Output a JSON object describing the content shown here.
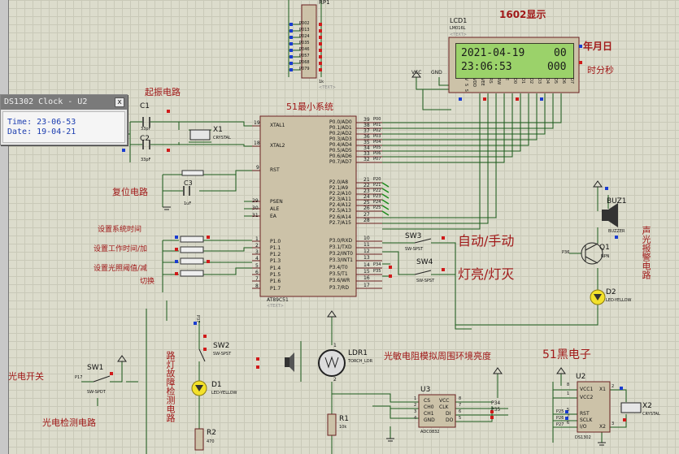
{
  "title_1602": "1602显示",
  "lcd": {
    "ref": "LCD1",
    "part": "LM016L",
    "line1_date": "2021-04-19",
    "line1_code": "00",
    "line2_time": "23:06:53",
    "line2_code": "000",
    "label_date": "年月日",
    "label_time": "时分秒",
    "pins": [
      "VSS",
      "VDD",
      "VEE",
      "RS",
      "RW",
      "E",
      "D0",
      "D1",
      "D2",
      "D3",
      "D4",
      "D5",
      "D6",
      "D7"
    ]
  },
  "popup": {
    "title": "DS1302 Clock - U2",
    "close": "x",
    "time_line": "Time: 23-06-53",
    "date_line": "Date: 19-04-21"
  },
  "rp1": {
    "ref": "RP1",
    "value": "1k",
    "pins": [
      "P002",
      "P013",
      "P024",
      "P035",
      "P046",
      "P057",
      "P068",
      "P079"
    ]
  },
  "vcc": "VCC",
  "gnd": "GND",
  "text_tag": "<TEXT>",
  "oscillator": {
    "label": "起振电路",
    "c1": "C1",
    "c2": "C2",
    "c1_val": "33pF",
    "c2_val": "33pF",
    "x1": "X1",
    "x1_val": "CRYSTAL"
  },
  "reset": {
    "label": "复位电路",
    "c3": "C3",
    "c3_val": "1uF"
  },
  "mcu": {
    "label": "51最小系统",
    "part": "AT89C51",
    "left_pins": [
      {
        "num": "19",
        "name": "XTAL1"
      },
      {
        "num": "18",
        "name": "XTAL2"
      },
      {
        "num": "9",
        "name": "RST"
      },
      {
        "num": "29",
        "name": "PSEN"
      },
      {
        "num": "30",
        "name": "ALE"
      },
      {
        "num": "31",
        "name": "EA"
      },
      {
        "num": "1",
        "name": "P1.0"
      },
      {
        "num": "2",
        "name": "P1.1"
      },
      {
        "num": "3",
        "name": "P1.2"
      },
      {
        "num": "4",
        "name": "P1.3"
      },
      {
        "num": "5",
        "name": "P1.4"
      },
      {
        "num": "6",
        "name": "P1.5"
      },
      {
        "num": "7",
        "name": "P1.6"
      },
      {
        "num": "8",
        "name": "P1.7"
      }
    ],
    "right_pins": [
      {
        "num": "39",
        "name": "P0.0/AD0",
        "net": "P00"
      },
      {
        "num": "38",
        "name": "P0.1/AD1",
        "net": "P01"
      },
      {
        "num": "37",
        "name": "P0.2/AD2",
        "net": "P02"
      },
      {
        "num": "36",
        "name": "P0.3/AD3",
        "net": "P03"
      },
      {
        "num": "35",
        "name": "P0.4/AD4",
        "net": "P04"
      },
      {
        "num": "34",
        "name": "P0.5/AD5",
        "net": "P05"
      },
      {
        "num": "33",
        "name": "P0.6/AD6",
        "net": "P06"
      },
      {
        "num": "32",
        "name": "P0.7/AD7",
        "net": "P07"
      },
      {
        "num": "21",
        "name": "P2.0/A8",
        "net": "P20"
      },
      {
        "num": "22",
        "name": "P2.1/A9",
        "net": "P21"
      },
      {
        "num": "23",
        "name": "P2.2/A10",
        "net": "P22"
      },
      {
        "num": "24",
        "name": "P2.3/A11",
        "net": "P23"
      },
      {
        "num": "25",
        "name": "P2.4/A12",
        "net": "P24"
      },
      {
        "num": "26",
        "name": "P2.5/A13",
        "net": "P25"
      },
      {
        "num": "27",
        "name": "P2.6/A14",
        "net": ""
      },
      {
        "num": "28",
        "name": "P2.7/A15",
        "net": ""
      },
      {
        "num": "10",
        "name": "P3.0/RXD",
        "net": ""
      },
      {
        "num": "11",
        "name": "P3.1/TXD",
        "net": ""
      },
      {
        "num": "12",
        "name": "P3.2/INT0",
        "net": ""
      },
      {
        "num": "13",
        "name": "P3.3/INT1",
        "net": ""
      },
      {
        "num": "14",
        "name": "P3.4/T0",
        "net": "P34"
      },
      {
        "num": "15",
        "name": "P3.5/T1",
        "net": "P35"
      },
      {
        "num": "16",
        "name": "P3.6/WR",
        "net": ""
      },
      {
        "num": "17",
        "name": "P3.7/RD",
        "net": ""
      }
    ]
  },
  "buttons": {
    "set_clock": "设置系统时间",
    "set_work": "设置工作时间/加",
    "set_light": "设置光照阈值/减",
    "switch": "切换"
  },
  "sw3": {
    "ref": "SW3",
    "part": "SW-SPST",
    "label": "自动/手动"
  },
  "sw4": {
    "ref": "SW4",
    "part": "SW-SPST",
    "label": "灯亮/灯灭"
  },
  "buzzer": {
    "ref": "BUZ1",
    "part": "BUZZER",
    "q1": "Q1",
    "q1_part": "NPN",
    "net": "P36",
    "label": "声光报警电路"
  },
  "d2": {
    "ref": "D2",
    "part": "LED-YELLOW"
  },
  "sw2": {
    "ref": "SW2",
    "part": "SW-SPST",
    "label": "路灯故障检测电路",
    "net": "P37"
  },
  "d1": {
    "ref": "D1",
    "part": "LED-YELLOW"
  },
  "r2": {
    "ref": "R2",
    "value": "470"
  },
  "ldr": {
    "ref": "LDR1",
    "part": "TORCH_LDR",
    "label": "光敏电阻模拟周围环境亮度",
    "pin1": "1",
    "pin2": "2"
  },
  "r1": {
    "ref": "R1",
    "value": "10k"
  },
  "u3": {
    "ref": "U3",
    "part": "ADC0832",
    "pins_left": [
      "CS",
      "CH0",
      "CH1",
      "GND"
    ],
    "pins_right": [
      "VCC",
      "CLK",
      "DI",
      "DO"
    ],
    "nums_left": [
      "1",
      "2",
      "3",
      "4"
    ],
    "nums_right": [
      "8",
      "7",
      "6",
      "5"
    ],
    "net1": "P34",
    "net2": "P35"
  },
  "sw1": {
    "ref": "SW1",
    "part": "SW-SPDT",
    "net": "P17",
    "label_switch": "光电开关",
    "label_circuit": "光电检测电路"
  },
  "brand": "51黑电子",
  "u2": {
    "ref": "U2",
    "part": "DS1302",
    "pins_left": [
      "VCC1",
      "VCC2",
      "RST",
      "SCLK",
      "I/O"
    ],
    "pins_right": [
      "X1",
      "X2"
    ],
    "nums_left": [
      "8",
      "1",
      "5",
      "7",
      "6"
    ],
    "nums_right": [
      "2",
      "3"
    ],
    "nets": [
      "P25",
      "P26",
      "P27"
    ]
  },
  "x2": {
    "ref": "X2",
    "part": "CRYSTAL"
  }
}
